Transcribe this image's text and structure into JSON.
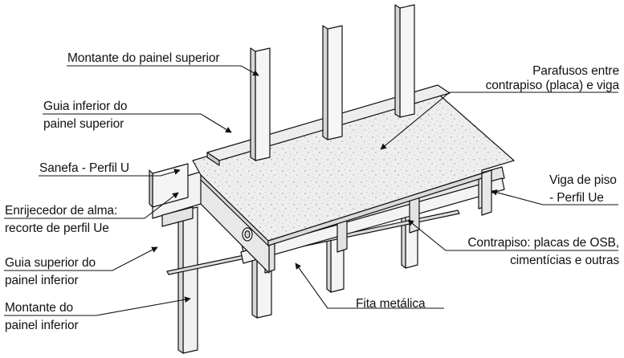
{
  "labels": {
    "montante_superior": "Montante do painel superior",
    "guia_inferior_l1": "Guia inferior do",
    "guia_inferior_l2": "painel superior",
    "sanefa": "Sanefa - Perfil U",
    "enrijecedor_l1": "Enrijecedor de alma:",
    "enrijecedor_l2": "recorte de perfil Ue",
    "guia_superior_l1": "Guia superior do",
    "guia_superior_l2": "painel inferior",
    "montante_inferior_l1": "Montante do",
    "montante_inferior_l2": "painel inferior",
    "parafusos_l1": "Parafusos entre",
    "parafusos_l2": "contrapiso (placa) e viga",
    "viga_l1": "Viga de piso",
    "viga_l2": "- Perfil Ue",
    "contrapiso_l1": "Contrapiso: placas de OSB,",
    "contrapiso_l2": "cimentícias e outras",
    "fita": "Fita metálica"
  },
  "colors": {
    "ink": "#111111",
    "plate_fill": "#e9e9e9",
    "steel_fill": "#f4f4f4",
    "shadow_fill": "#cfcfcf"
  }
}
